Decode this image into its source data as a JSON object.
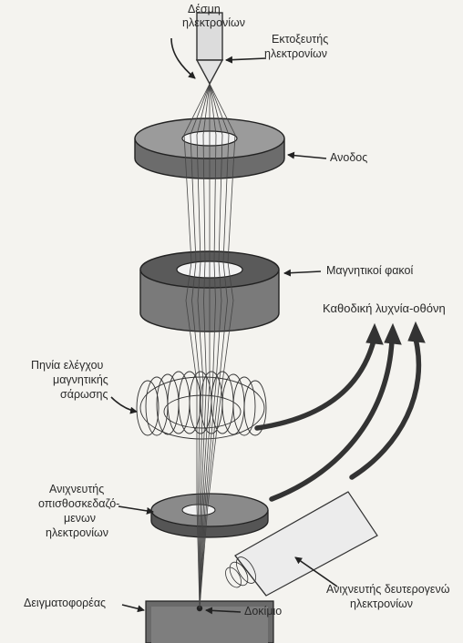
{
  "labels": {
    "beam_line1": "Δέσμη",
    "beam_line2": "ηλεκτρονίων",
    "gun_line1": "Εκτοξευτής",
    "gun_line2": "ηλεκτρονίων",
    "anode": "Ανοδος",
    "lenses": "Μαγνητικοί φακοί",
    "crt": "Καθοδική λυχνία-οθόνη",
    "coils_line1": "Πηνία ελέγχου",
    "coils_line2": "μαγνητικής",
    "coils_line3": "σάρωσης",
    "bse_line1": "Ανιχνευτής",
    "bse_line2": "οπισθοσκεδαζό-",
    "bse_line3": "μενων",
    "bse_line4": "ηλεκτρονίων",
    "se_line1": "Ανιχνευτής δευτερογενώ",
    "se_line2": "ηλεκτρονίων",
    "holder": "Δειγματοφορέας",
    "specimen": "Δοκίμιο"
  }
}
